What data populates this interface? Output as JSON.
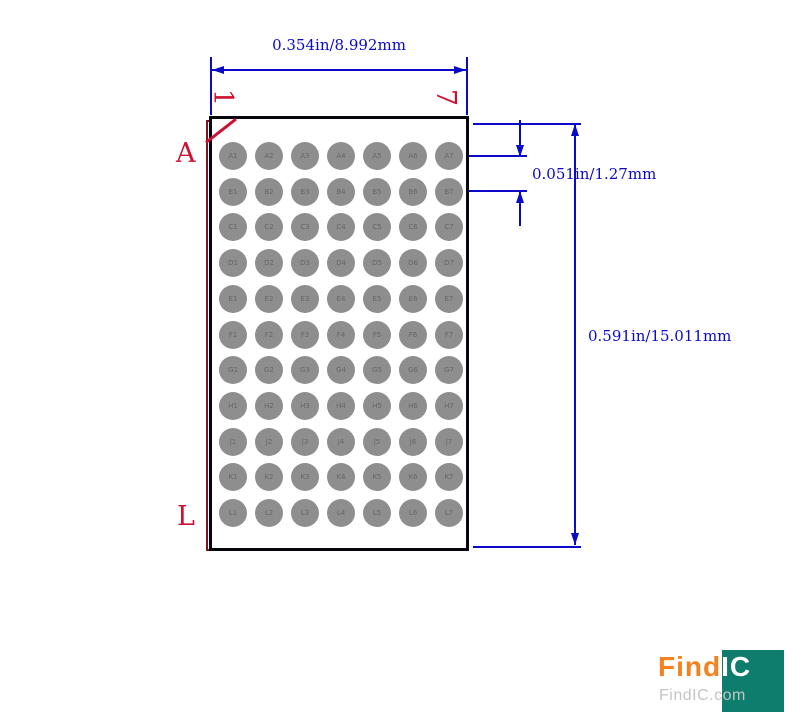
{
  "diagram": {
    "dim_top": "0.354in/8.992mm",
    "dim_right": "0.591in/15.011mm",
    "dim_pitch": "0.051in/1.27mm",
    "marker_col_first": "1",
    "marker_col_last": "7",
    "marker_row_first": "A",
    "marker_row_last": "L"
  },
  "grid": {
    "rows": [
      "A",
      "B",
      "C",
      "D",
      "E",
      "F",
      "G",
      "H",
      "J",
      "K",
      "L"
    ],
    "cols": [
      "1",
      "2",
      "3",
      "4",
      "5",
      "6",
      "7"
    ]
  },
  "colors": {
    "dimension": "#0a0ac8",
    "marker": "#cc1133",
    "ball_fill": "#8e8e8e",
    "ball_text": "#666666",
    "outline": "#06060f",
    "courtyard": "#7b1520",
    "logo_orange": "#f5821f",
    "logo_teal": "#0e7d6d"
  },
  "logo": {
    "brand_left": "Find",
    "brand_right": "IC",
    "domain": "FindIC.com"
  }
}
